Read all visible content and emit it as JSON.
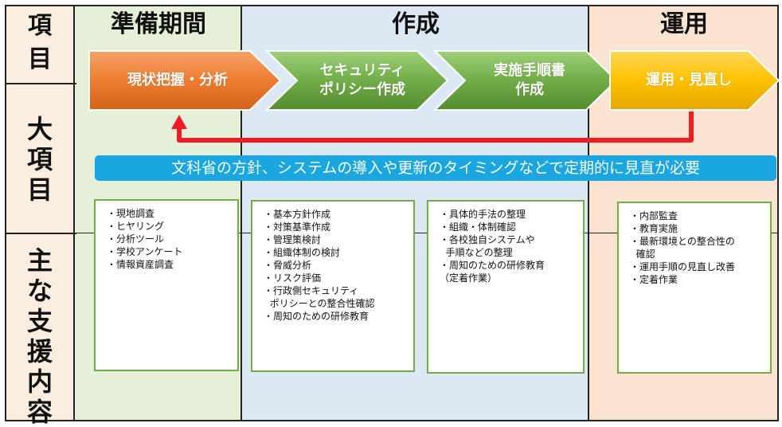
{
  "headers": {
    "label": "項目",
    "prep": "準備期間",
    "make": "作成",
    "ops": "運用"
  },
  "row_labels": {
    "major": "大項目",
    "support": "主な支援内容"
  },
  "chevrons": [
    {
      "text": "現状把握・分析",
      "color": "#ed7d31"
    },
    {
      "text": "セキュリティ\nポリシー作成",
      "color": "#70ad47"
    },
    {
      "text": "実施手順書\n作成",
      "color": "#70ad47"
    },
    {
      "text": "運用・見直し",
      "color": "#ffc000"
    }
  ],
  "feedback_arrow_color": "#ee1c25",
  "banner": "文科省の方針、システムの導入や更新のタイミングなどで定期的に見直が必要",
  "support": {
    "prep": [
      "・現地調査",
      "・ヒヤリング",
      "・分析ツール",
      "・学校アンケート",
      "・情報資産調査"
    ],
    "policy": [
      "・基本方針作成",
      "・対策基準作成",
      "・管理策検討",
      "・組織体制の検討",
      "・脅威分析",
      "・リスク評価",
      "・行政側セキュリティ",
      "  ポリシーとの整合性確認",
      "・周知のための研修教育"
    ],
    "procedure": [
      "・具体的手法の整理",
      "・組織・体制確認",
      "・各校独自システムや",
      "  手順などの整理",
      "・周知のための研修教育",
      "（定着作業）"
    ],
    "ops": [
      "・内部監査",
      "・教育実施",
      "・最新環境との整合性の",
      "  確認",
      "・運用手順の見直し改善",
      "・定着作業"
    ]
  }
}
